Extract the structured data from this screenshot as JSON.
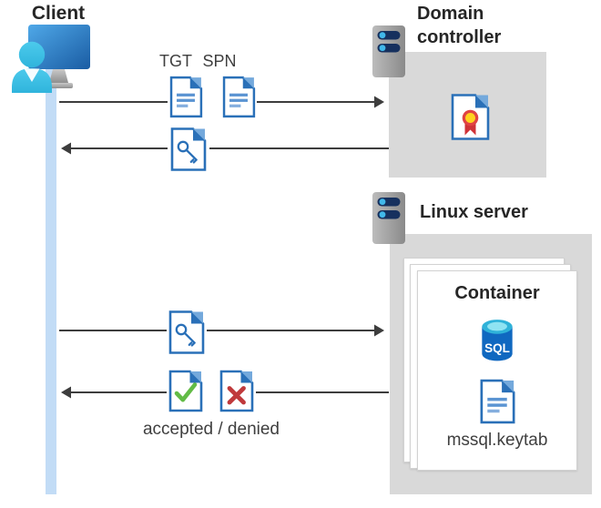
{
  "diagram": {
    "client": {
      "label": "Client"
    },
    "domain_controller": {
      "label": "Domain controller"
    },
    "linux_server": {
      "label": "Linux server"
    },
    "container": {
      "label": "Container",
      "sql_badge": "SQL",
      "keytab_file": "mssql.keytab"
    },
    "messages": {
      "tgt": "TGT",
      "spn": "SPN",
      "result": "accepted / denied"
    },
    "colors": {
      "document_blue": "#2a70b8",
      "fold_light_blue": "#74a9dc",
      "doc_line_blue": "#5b94d2",
      "accent_cyan": "#3dc0e4",
      "box_gray": "#d9d9d9",
      "arrow_gray": "#3d3d3d",
      "timeline_blue": "#c2dcf6",
      "check_green": "#62bb46",
      "cross_red": "#c0393b",
      "ribbon_red": "#e04343",
      "ribbon_yellow": "#ffd21f",
      "sql_body_blue": "#1068c0",
      "sql_top_cyan": "#2fb2d9",
      "server_pill_navy": "#16305e"
    }
  }
}
